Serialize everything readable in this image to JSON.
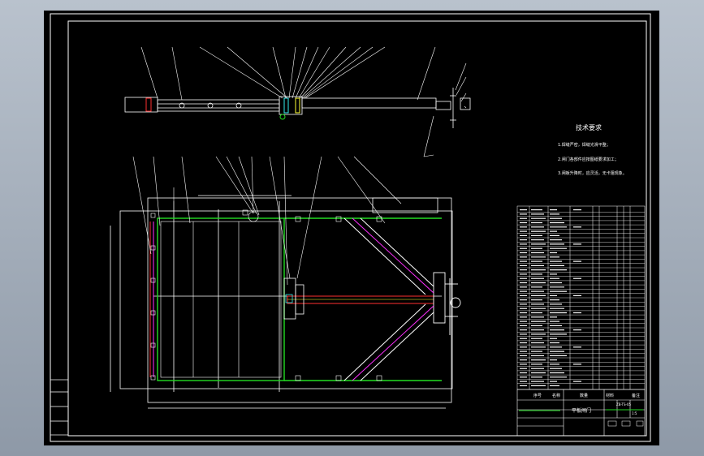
{
  "viewport": {
    "background": "#000000",
    "frame_color": "#ffffff"
  },
  "technical_requirements": {
    "title": "技术要求",
    "items": [
      "1.焊缝严密，焊缝光滑平整；",
      "2.闸门各部件应按图纸要求加工；",
      "3.闸板升降时，应灵活，无卡阻现象。"
    ]
  },
  "title_block": {
    "drawing_title": "平板闸门",
    "header_seq": "序号",
    "header_name": "名称",
    "header_qty": "数量",
    "header_material": "材料",
    "header_remark": "备注",
    "scale": "1:5",
    "sheet_code": "ZB-TS-05"
  },
  "colors": {
    "line": "#ffffff",
    "green": "#22dd22",
    "red": "#ff3030",
    "magenta": "#ff30ff",
    "cyan": "#33eeee",
    "yellow": "#ffff33"
  }
}
